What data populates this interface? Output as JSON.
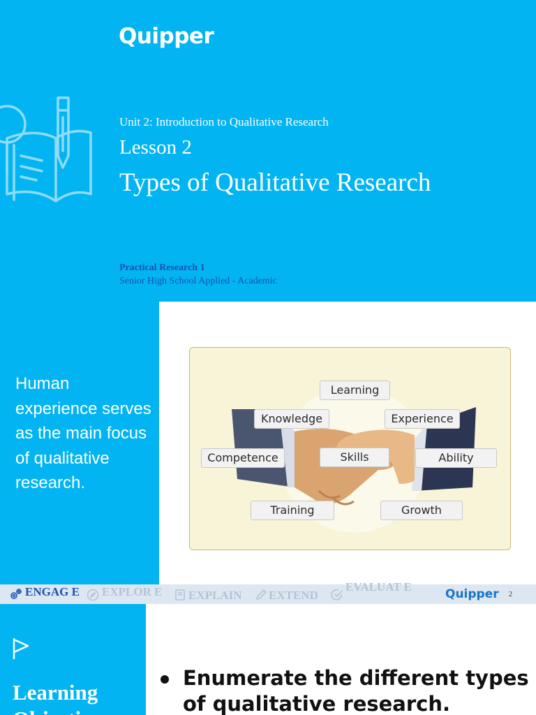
{
  "slide1": {
    "brand": "Quipper",
    "unit": "Unit 2: Introduction to Qualitative Research",
    "lesson": "Lesson 2",
    "title": "Types of Qualitative Research",
    "course": "Practical Research 1",
    "track": "Senior High School Applied - Academic"
  },
  "slide2": {
    "text": "Human experience serves as the main focus of qualitative research.",
    "tags": {
      "learning": "Learning",
      "knowledge": "Knowledge",
      "experience": "Experience",
      "competence": "Competence",
      "skills": "Skills",
      "ability": "Ability",
      "training": "Training",
      "growth": "Growth"
    },
    "nav": {
      "engage": "ENGAG E",
      "explore": "EXPLOR E",
      "explain": "EXPLAIN",
      "extend": "EXTEND",
      "evaluate": "EVALUAT E",
      "brand": "Quipper",
      "page": "2"
    }
  },
  "slide3": {
    "title": "Learning Objectives",
    "bullet": "Enumerate the different types of qualitative research."
  },
  "colors": {
    "brand_blue": "#03b4f2",
    "nav_active": "#1a4fb5",
    "nav_muted": "#b3c4d6"
  },
  "icons": [
    "book-pencil-icon",
    "gears-icon",
    "compass-icon",
    "book-icon",
    "pencil-icon",
    "check-circle-icon",
    "flag-icon"
  ]
}
